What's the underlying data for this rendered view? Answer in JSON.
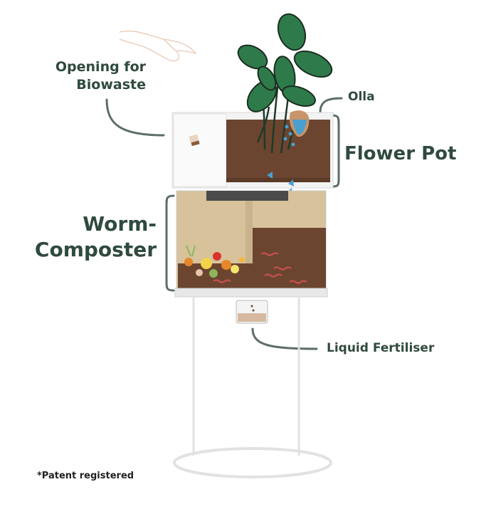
{
  "labels": {
    "opening_line1": "Opening for",
    "opening_line2": "Biowaste",
    "olla": "Olla",
    "flower_pot": "Flower Pot",
    "worm_line1": "Worm-",
    "worm_line2": "Composter",
    "liquid_fertiliser": "Liquid Fertiliser",
    "patent": "*Patent registered"
  },
  "colors": {
    "label_text": "#2f4a3e",
    "leader_line": "#5d6e66",
    "soil": "#6b4530",
    "compost_bg": "#d2bc95",
    "water": "#4a9fcf",
    "leaf": "#2f7a4a",
    "worm": "#c0504d"
  }
}
